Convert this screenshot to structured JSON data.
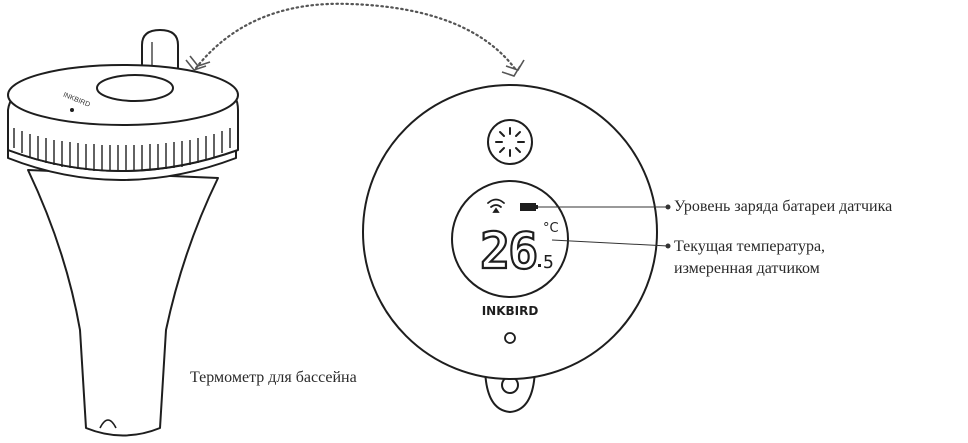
{
  "labels": {
    "battery_level": "Уровень заряда батареи датчика",
    "current_temperature_line1": "Текущая температура,",
    "current_temperature_line2": "измеренная датчиком",
    "pool_thermometer": "Термометр для бассейна"
  },
  "display": {
    "temperature_main": "26",
    "temperature_decimal": "5",
    "unit": "°C",
    "brand": "INKBIRD"
  },
  "device": {
    "cap_brand": "INKBIRD"
  },
  "icons": {
    "signal": "wifi-signal-icon",
    "battery": "battery-icon",
    "backlight": "sun-icon",
    "sync": "sync-arrow-icon"
  },
  "colors": {
    "line": "#1e1e1e",
    "label": "#2a2a2a"
  }
}
